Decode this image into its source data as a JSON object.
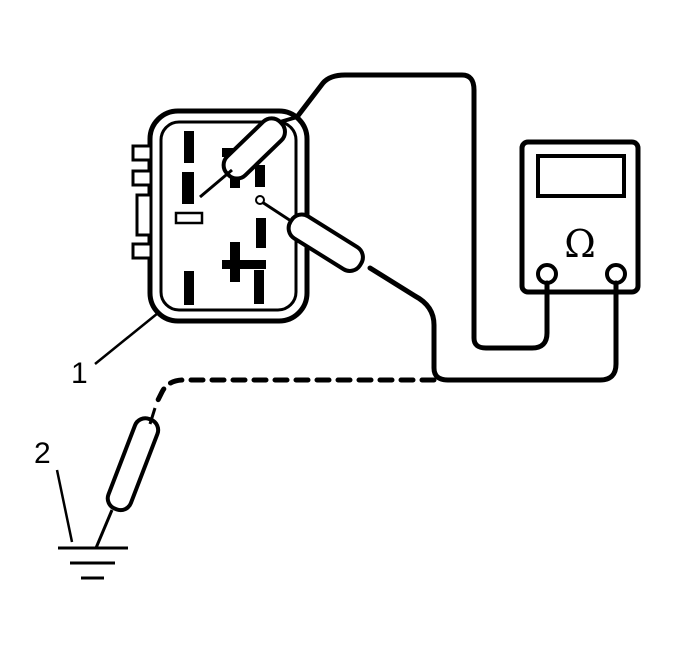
{
  "callouts": {
    "relay": "1",
    "ground": "2"
  },
  "meter": {
    "unit_symbol": "Ω"
  },
  "colors": {
    "ink": "#000000",
    "paper": "#ffffff"
  }
}
